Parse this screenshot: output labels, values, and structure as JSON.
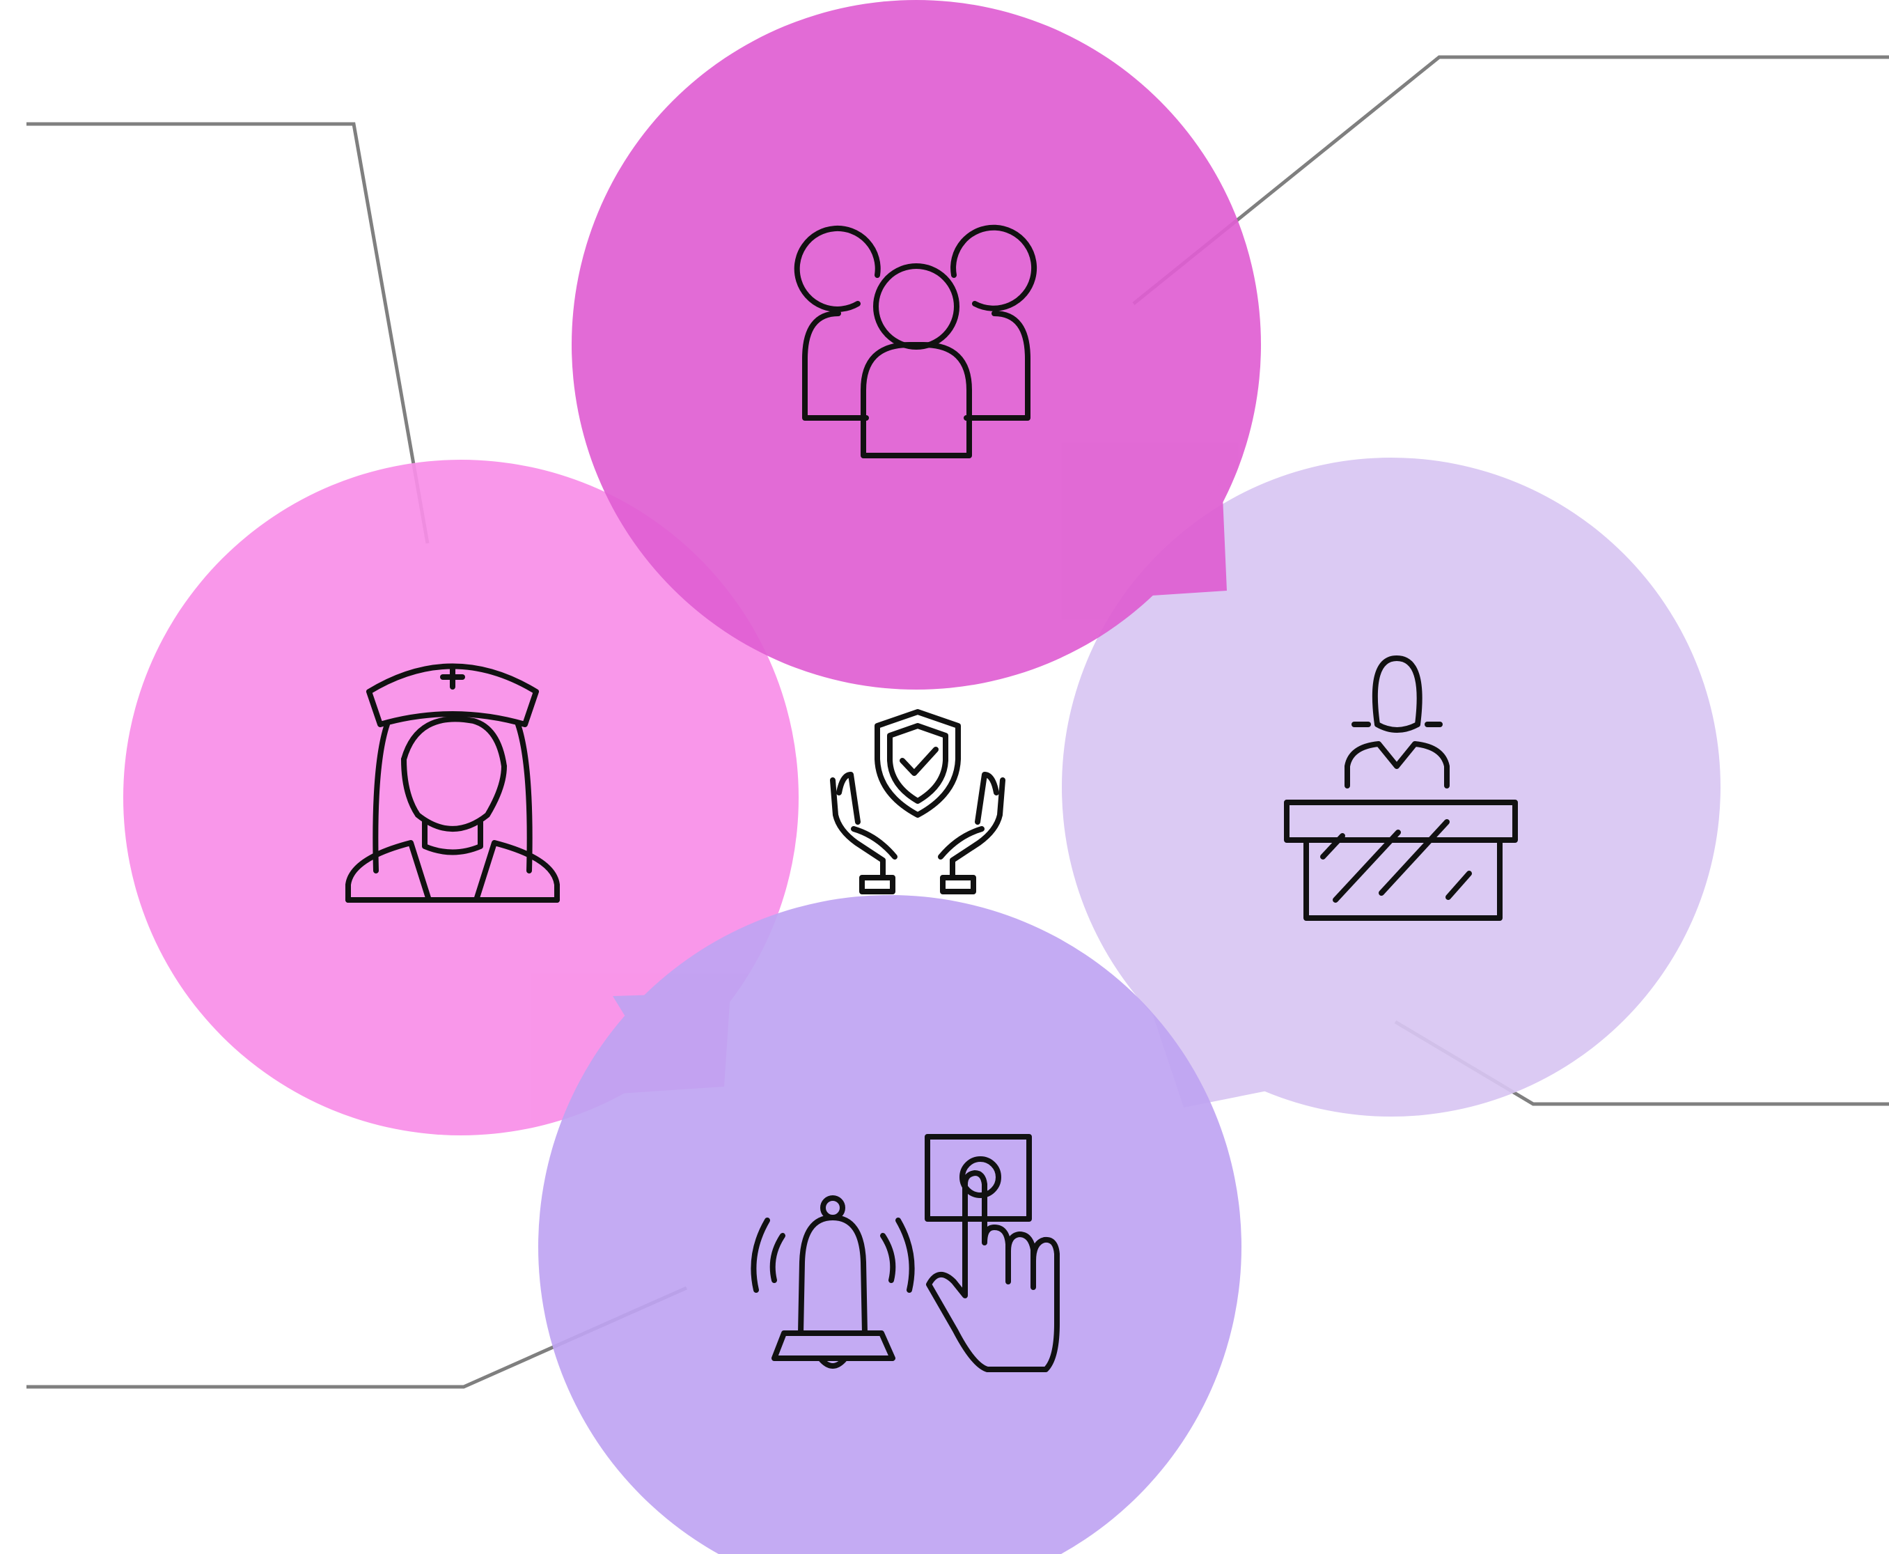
{
  "diagram": {
    "colors": {
      "background": "#ffffff",
      "staff_bubble": "#f98ee8",
      "group_bubble": "#df5ed2",
      "reception_bubble": "#d8c6f2",
      "call_bubble": "#bfa4f2",
      "leader_line": "#7f7f7f",
      "icon_stroke": "#111111"
    },
    "center": {
      "icon": "hands-shield-check-icon"
    },
    "bubbles": [
      {
        "id": "group",
        "icon": "people-group-icon"
      },
      {
        "id": "staff",
        "icon": "nurse-icon"
      },
      {
        "id": "reception",
        "icon": "receptionist-desk-icon"
      },
      {
        "id": "call",
        "icon": "bell-call-button-icon"
      }
    ]
  }
}
